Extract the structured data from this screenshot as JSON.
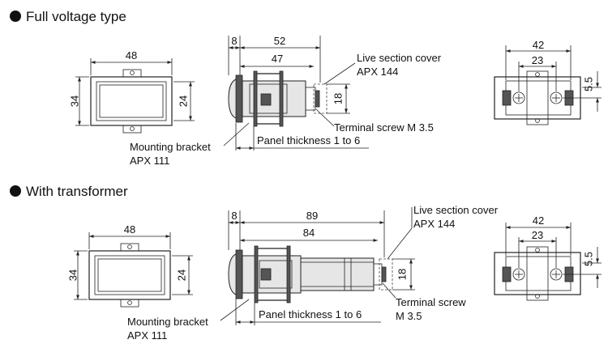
{
  "sections": [
    {
      "title": "Full voltage type",
      "front": {
        "width": "48",
        "height": "34",
        "inner": "24"
      },
      "side": {
        "overall": "52",
        "bezel": "8",
        "body": "47",
        "height": "18",
        "cover_label": "Live section cover",
        "cover_part": "APX 144",
        "screw_label": "Terminal screw M 3.5",
        "bracket_label": "Mounting bracket",
        "bracket_part": "APX 111",
        "panel_label": "Panel thickness 1 to 6"
      },
      "rear": {
        "width": "42",
        "inner": "23",
        "height": "5.5"
      }
    },
    {
      "title": "With transformer",
      "front": {
        "width": "48",
        "height": "34",
        "inner": "24"
      },
      "side": {
        "overall": "89",
        "bezel": "8",
        "body": "84",
        "height": "18",
        "cover_label": "Live section cover",
        "cover_part": "APX 144",
        "screw_label": "Terminal screw",
        "screw_size": "M 3.5",
        "bracket_label": "Mounting bracket",
        "bracket_part": "APX 111",
        "panel_label": "Panel thickness 1 to 6"
      },
      "rear": {
        "width": "42",
        "inner": "23",
        "height": "5.5"
      }
    }
  ]
}
